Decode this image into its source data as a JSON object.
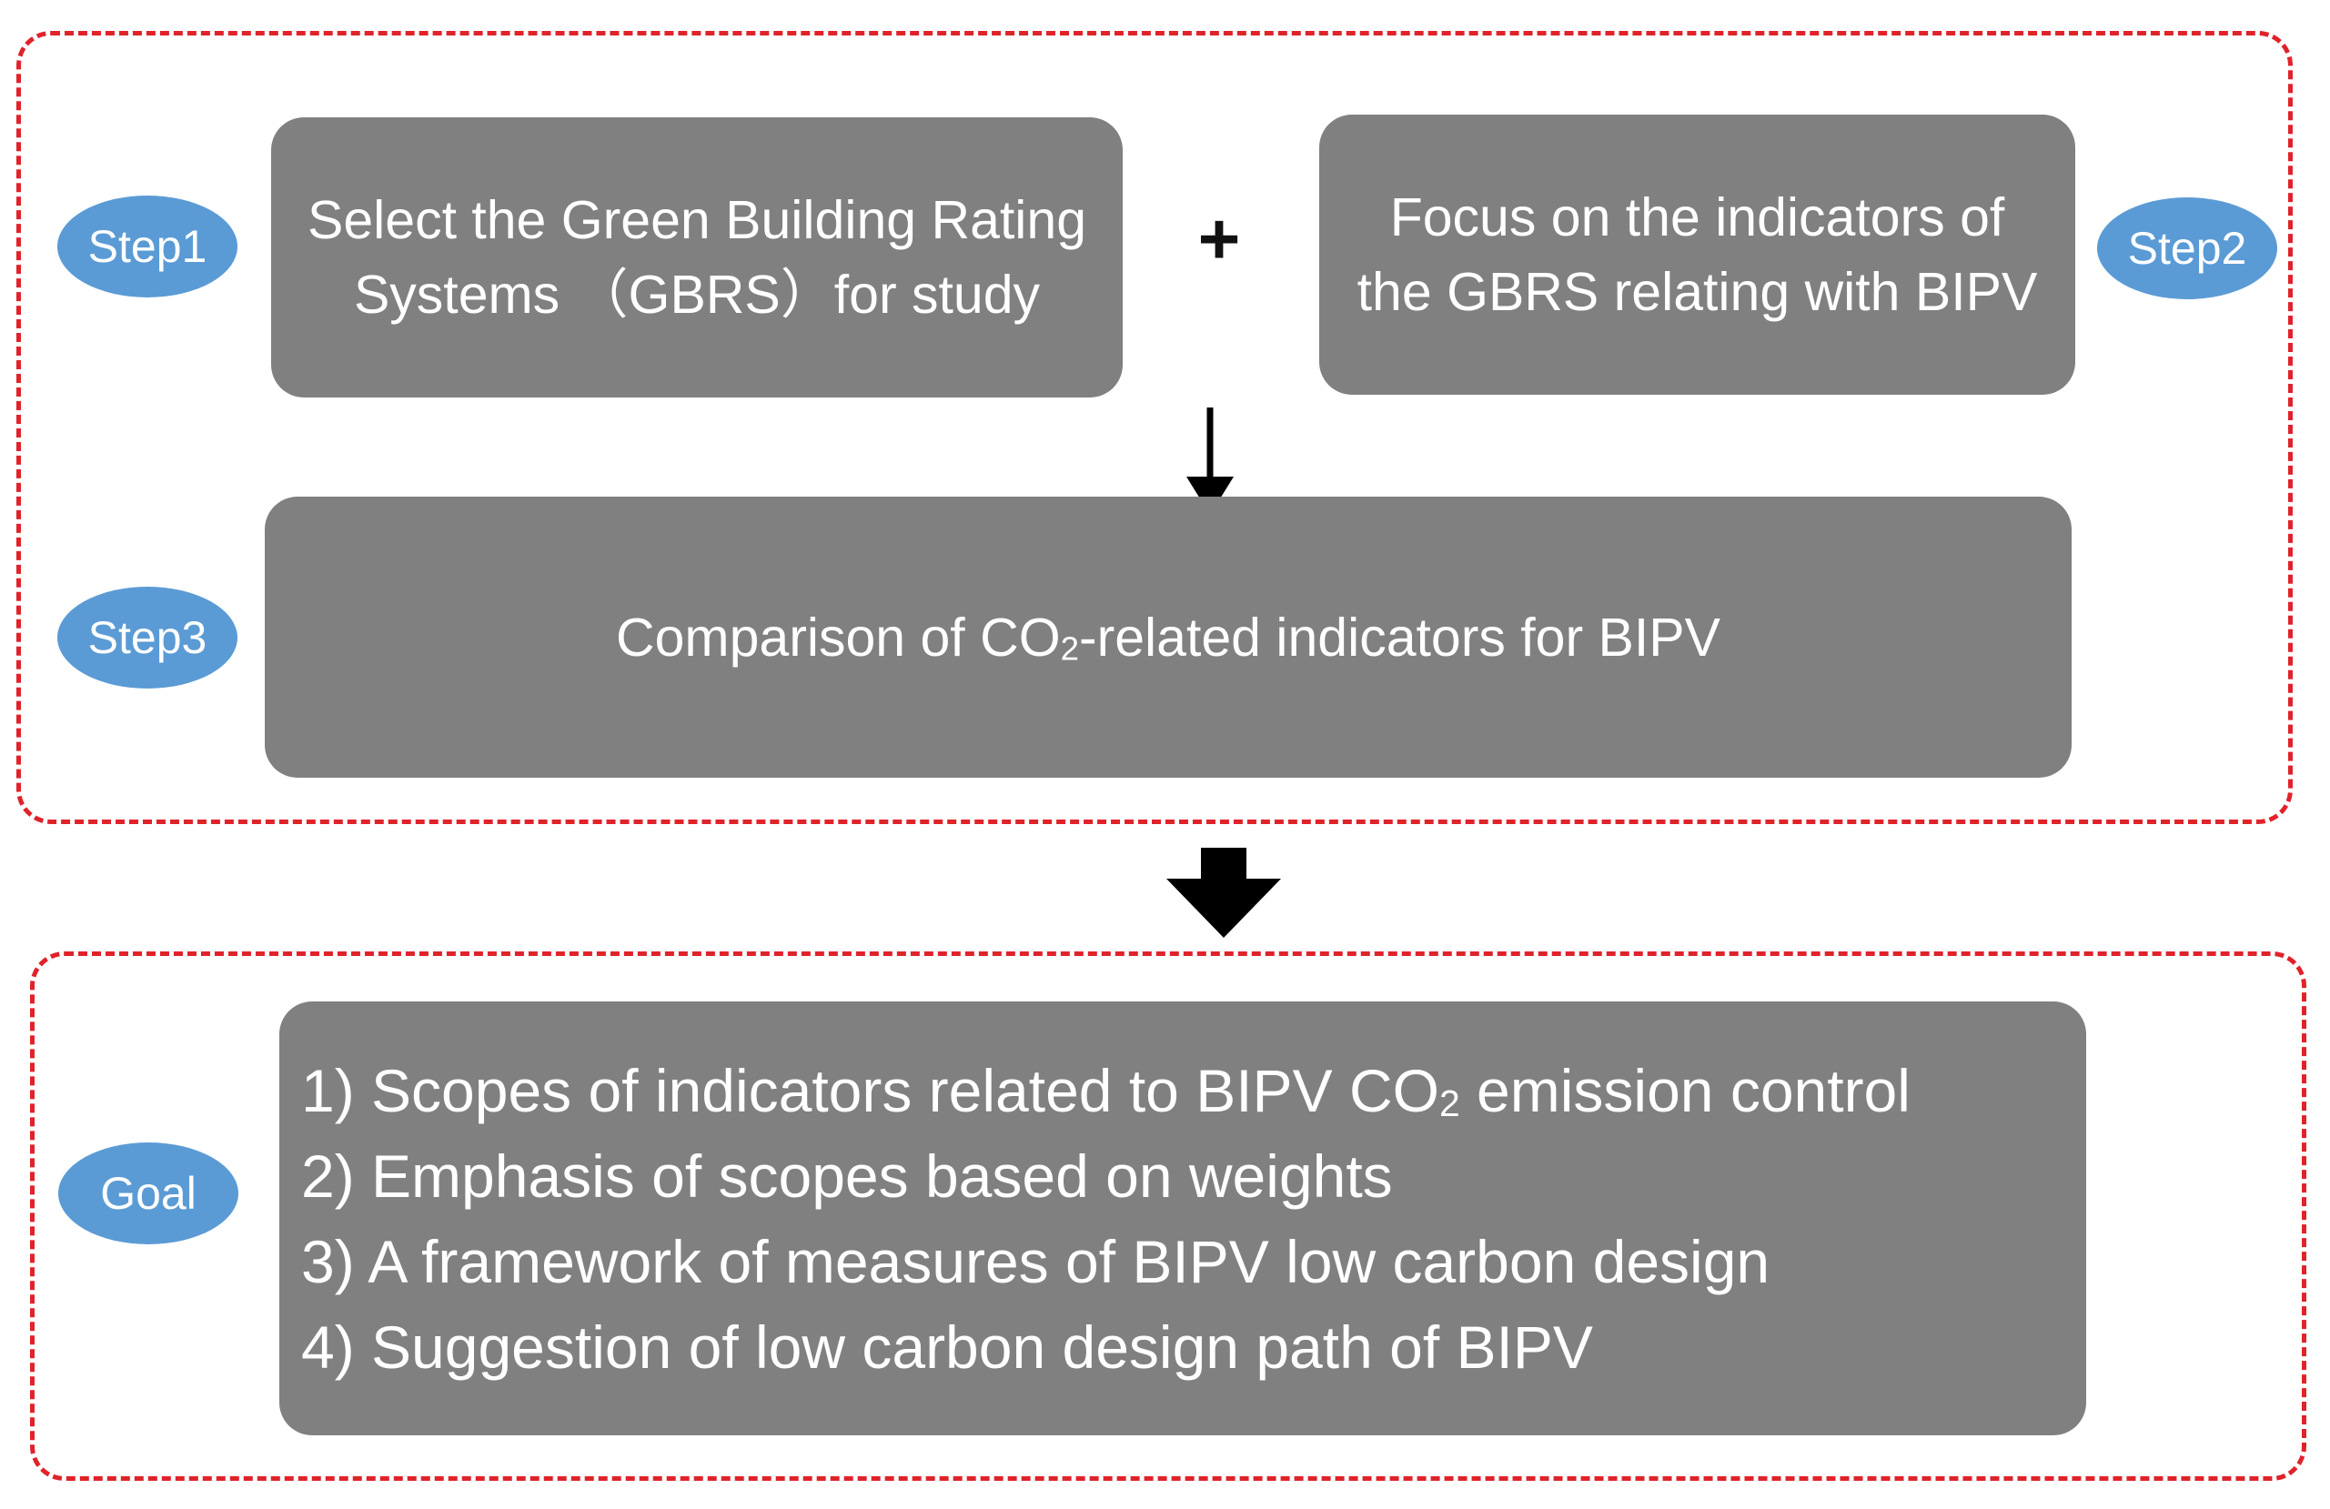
{
  "steps": {
    "step1": {
      "badge": "Step1",
      "line1": "Select the Green Building Rating",
      "line2": "Systems （GBRS）for study"
    },
    "plus_symbol": "+",
    "step2": {
      "badge": "Step2",
      "line1": "Focus on the indicators of",
      "line2": "the GBRS relating with BIPV"
    },
    "step3": {
      "badge": "Step3",
      "text_before_sub": "Comparison of CO",
      "text_sub": "2",
      "text_after_sub": "-related indicators for BIPV"
    }
  },
  "goal": {
    "badge": "Goal",
    "item1_before_sub": "1) Scopes of indicators related to BIPV CO",
    "item1_sub": "2",
    "item1_after_sub": " emission control",
    "item2": "2) Emphasis of scopes based on weights",
    "item3": "3) A framework of measures of BIPV low carbon design",
    "item4": "4) Suggestion of low carbon design path of BIPV"
  },
  "colors": {
    "frame_dash": "#e0222a",
    "box_fill": "#808080",
    "badge_fill": "#5b9bd5",
    "text": "#ffffff",
    "arrow": "#000000"
  }
}
